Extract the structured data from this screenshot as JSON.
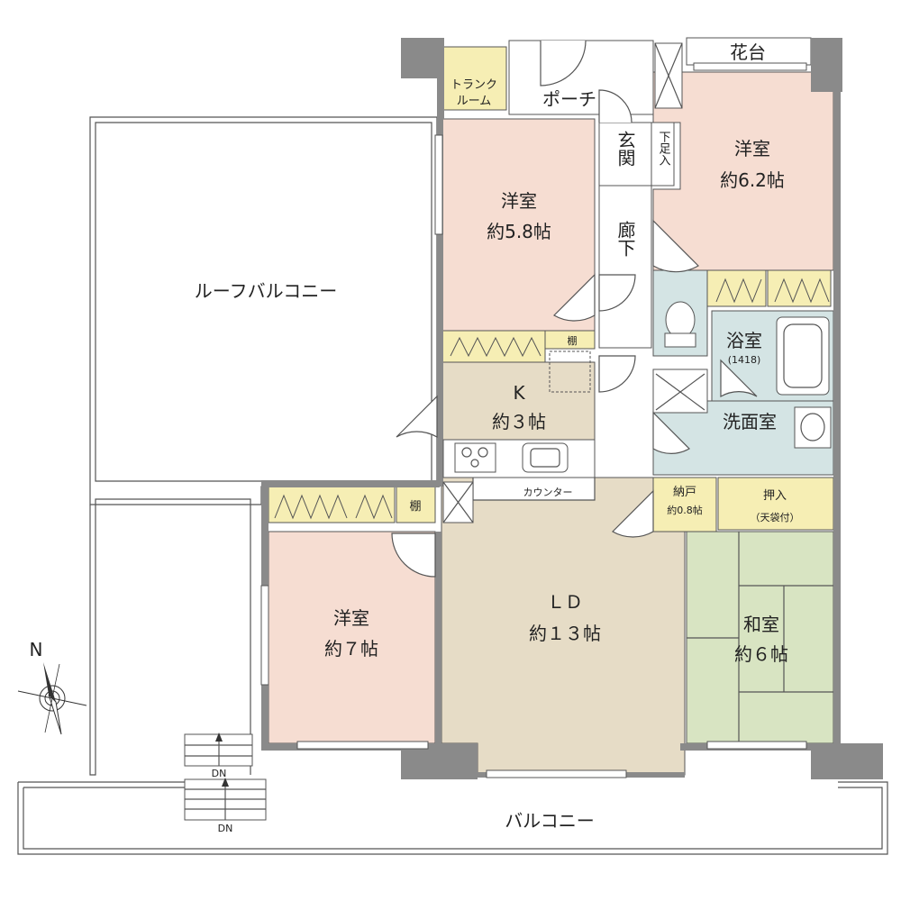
{
  "rooms": {
    "trunk_room": {
      "line1": "トランク",
      "line2": "ルーム",
      "color": "#f6eeb4"
    },
    "porch": {
      "label": "ポーチ"
    },
    "flower_bed": {
      "label": "花台"
    },
    "entrance": {
      "label": "玄関"
    },
    "shoe_area": {
      "label": "下足入"
    },
    "corridor": {
      "label": "廊下"
    },
    "western_room_6_2": {
      "name": "洋室",
      "size": "約6.2帖",
      "color": "#f6ddd2"
    },
    "western_room_5_8": {
      "name": "洋室",
      "size": "約5.8帖",
      "color": "#f6ddd2"
    },
    "roof_balcony": {
      "label": "ルーフバルコニー"
    },
    "shelf_upper": {
      "label": "棚"
    },
    "shelf_lower": {
      "label": "棚"
    },
    "bathroom": {
      "name": "浴室",
      "size": "(1418)",
      "color": "#d4e4e4"
    },
    "kitchen": {
      "name": "K",
      "size": "約３帖",
      "color": "#e6dcc6"
    },
    "washroom": {
      "label": "洗面室",
      "color": "#d4e4e4"
    },
    "counter": {
      "label": "カウンター"
    },
    "storage_nando": {
      "name": "納戸",
      "size": "約0.8帖",
      "color": "#f6eeb4"
    },
    "closet": {
      "name": "押入",
      "note": "（天袋付）",
      "color": "#f6eeb4"
    },
    "western_room_7": {
      "name": "洋室",
      "size": "約７帖",
      "color": "#f6ddd2"
    },
    "living_dining": {
      "name": "ＬＤ",
      "size": "約１３帖",
      "color": "#e6dcc6"
    },
    "japanese_room": {
      "name": "和室",
      "size": "約６帖",
      "color": "#d8e4c2"
    },
    "balcony": {
      "label": "バルコニー"
    }
  },
  "stairs": {
    "dn_upper": "DN",
    "dn_lower": "DN"
  },
  "compass": {
    "north": "N"
  },
  "colors": {
    "wall": "#8a8a8a",
    "outline": "#555555",
    "storage": "#f6eeb4"
  }
}
